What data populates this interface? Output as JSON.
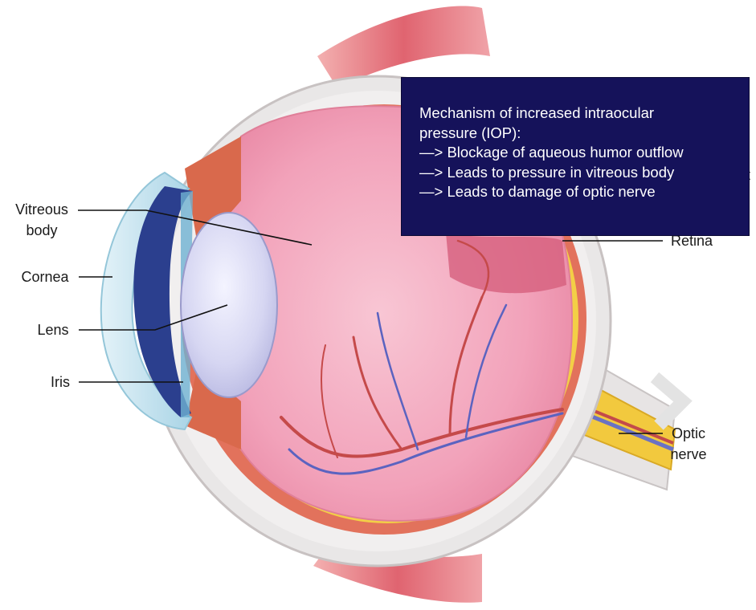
{
  "labels": {
    "vitreous_body": [
      "Vitreous",
      "body"
    ],
    "cornea": "Cornea",
    "lens": "Lens",
    "iris": "Iris",
    "retina": "Retina",
    "optic_nerve": [
      "Optic",
      "nerve"
    ]
  },
  "info_box": {
    "lines": [
      "Mechanism of increased intraocular",
      "pressure (IOP):",
      "—> Blockage of aqueous humor outflow",
      "—> Leads to pressure in vitreous body",
      "—> Leads to damage of optic nerve"
    ]
  },
  "stray_glyph": "t",
  "colors": {
    "info_box_bg": "#15125a",
    "sclera": "#e9e7e7",
    "choroid": "#e2725c",
    "retina": "#f3cf46",
    "vitreous": "#f3a7bd",
    "cornea": "#bfe0ee",
    "iris": "#2b3f8e",
    "lens": "#dcdcf5",
    "muscle": "#e6707a",
    "vein": "#5b63c0",
    "artery": "#c54a4a"
  }
}
